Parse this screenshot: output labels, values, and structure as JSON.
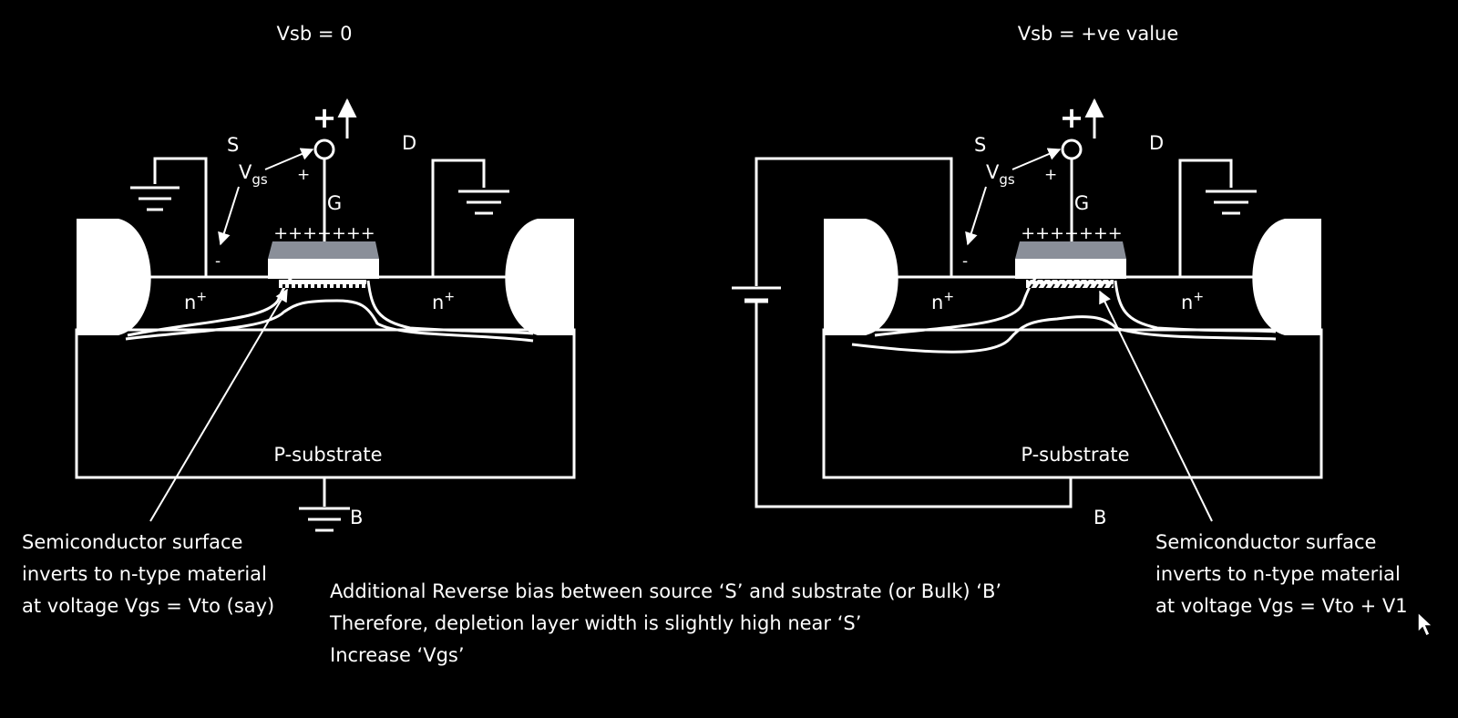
{
  "left": {
    "title": "Vsb = 0",
    "labels": {
      "s": "S",
      "d": "D",
      "g": "G",
      "b": "B",
      "vgs_v": "V",
      "vgs_sub": "gs",
      "plus_big": "+",
      "plus_small": "+",
      "minus": "-",
      "gate_charges": "+++++++",
      "n_left": "n",
      "n_right": "n",
      "n_sup": "+",
      "substrate": "P-substrate"
    },
    "caption": [
      "Semiconductor surface",
      "inverts to n-type material",
      "at voltage Vgs = Vto (say)"
    ]
  },
  "right": {
    "title": "Vsb = +ve value",
    "labels": {
      "s": "S",
      "d": "D",
      "g": "G",
      "b": "B",
      "vgs_v": "V",
      "vgs_sub": "gs",
      "plus_big": "+",
      "plus_small": "+",
      "minus": "-",
      "gate_charges": "+++++++",
      "n_left": "n",
      "n_right": "n",
      "n_sup": "+",
      "substrate": "P-substrate"
    },
    "caption": [
      "Semiconductor surface",
      "inverts to n-type material",
      "at voltage Vgs = Vto + V1"
    ]
  },
  "notes": [
    "Additional Reverse bias between source ‘S’ and substrate (or Bulk) ‘B’",
    "Therefore, depletion layer width is slightly high near ‘S’",
    "Increase ‘Vgs’"
  ],
  "colors": {
    "background": "#000000",
    "foreground": "#ffffff",
    "gate": "#8a8f99"
  },
  "icons": {
    "cursor": "move-cursor-icon"
  }
}
